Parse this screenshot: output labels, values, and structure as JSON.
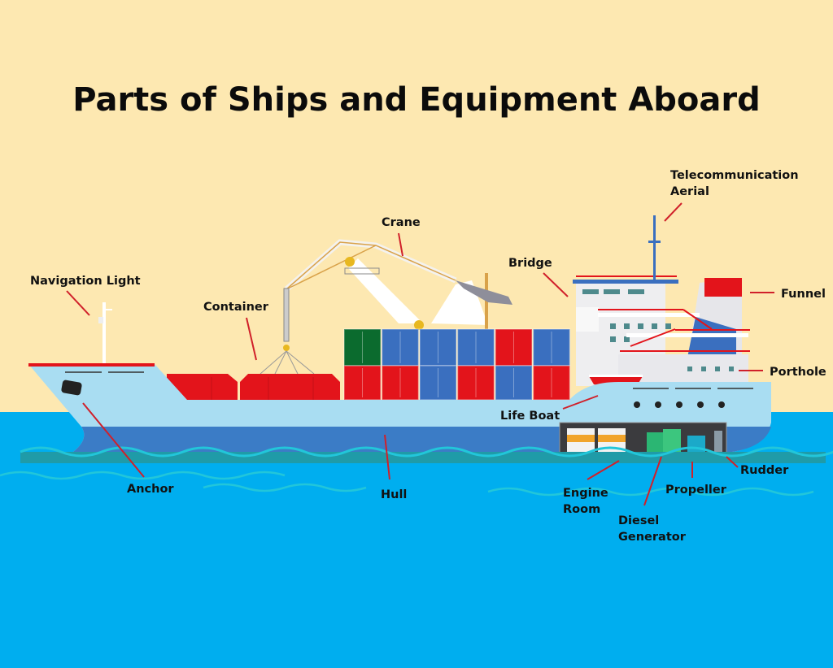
{
  "title": "Parts of Ships and Equipment Aboard",
  "labels": {
    "telecom_line1": "Telecommunication",
    "telecom_line2": "Aerial",
    "crane": "Crane",
    "navigation_light": "Navigation Light",
    "container": "Container",
    "bridge": "Bridge",
    "funnel": "Funnel",
    "porthole": "Porthole",
    "life_boat": "Life Boat",
    "anchor": "Anchor",
    "hull": "Hull",
    "engine_line1": "Engine",
    "engine_line2": "Room",
    "propeller": "Propeller",
    "rudder": "Rudder",
    "diesel_line1": "Diesel",
    "diesel_line2": "Generator"
  },
  "colors": {
    "sky": "#FDE8B1",
    "sea": "#00AEEF",
    "hull_light": "#A9DDF2",
    "hull_dark": "#3B7CC6",
    "leader": "#D0202A",
    "container_red": "#E3141B",
    "container_blue": "#3A6FBF",
    "container_green": "#0B6B2E"
  },
  "containers": {
    "top_row": [
      "green",
      "blue",
      "blue",
      "blue",
      "red",
      "blue"
    ],
    "bottom_row": [
      "red",
      "red",
      "blue",
      "red",
      "blue",
      "red"
    ]
  }
}
